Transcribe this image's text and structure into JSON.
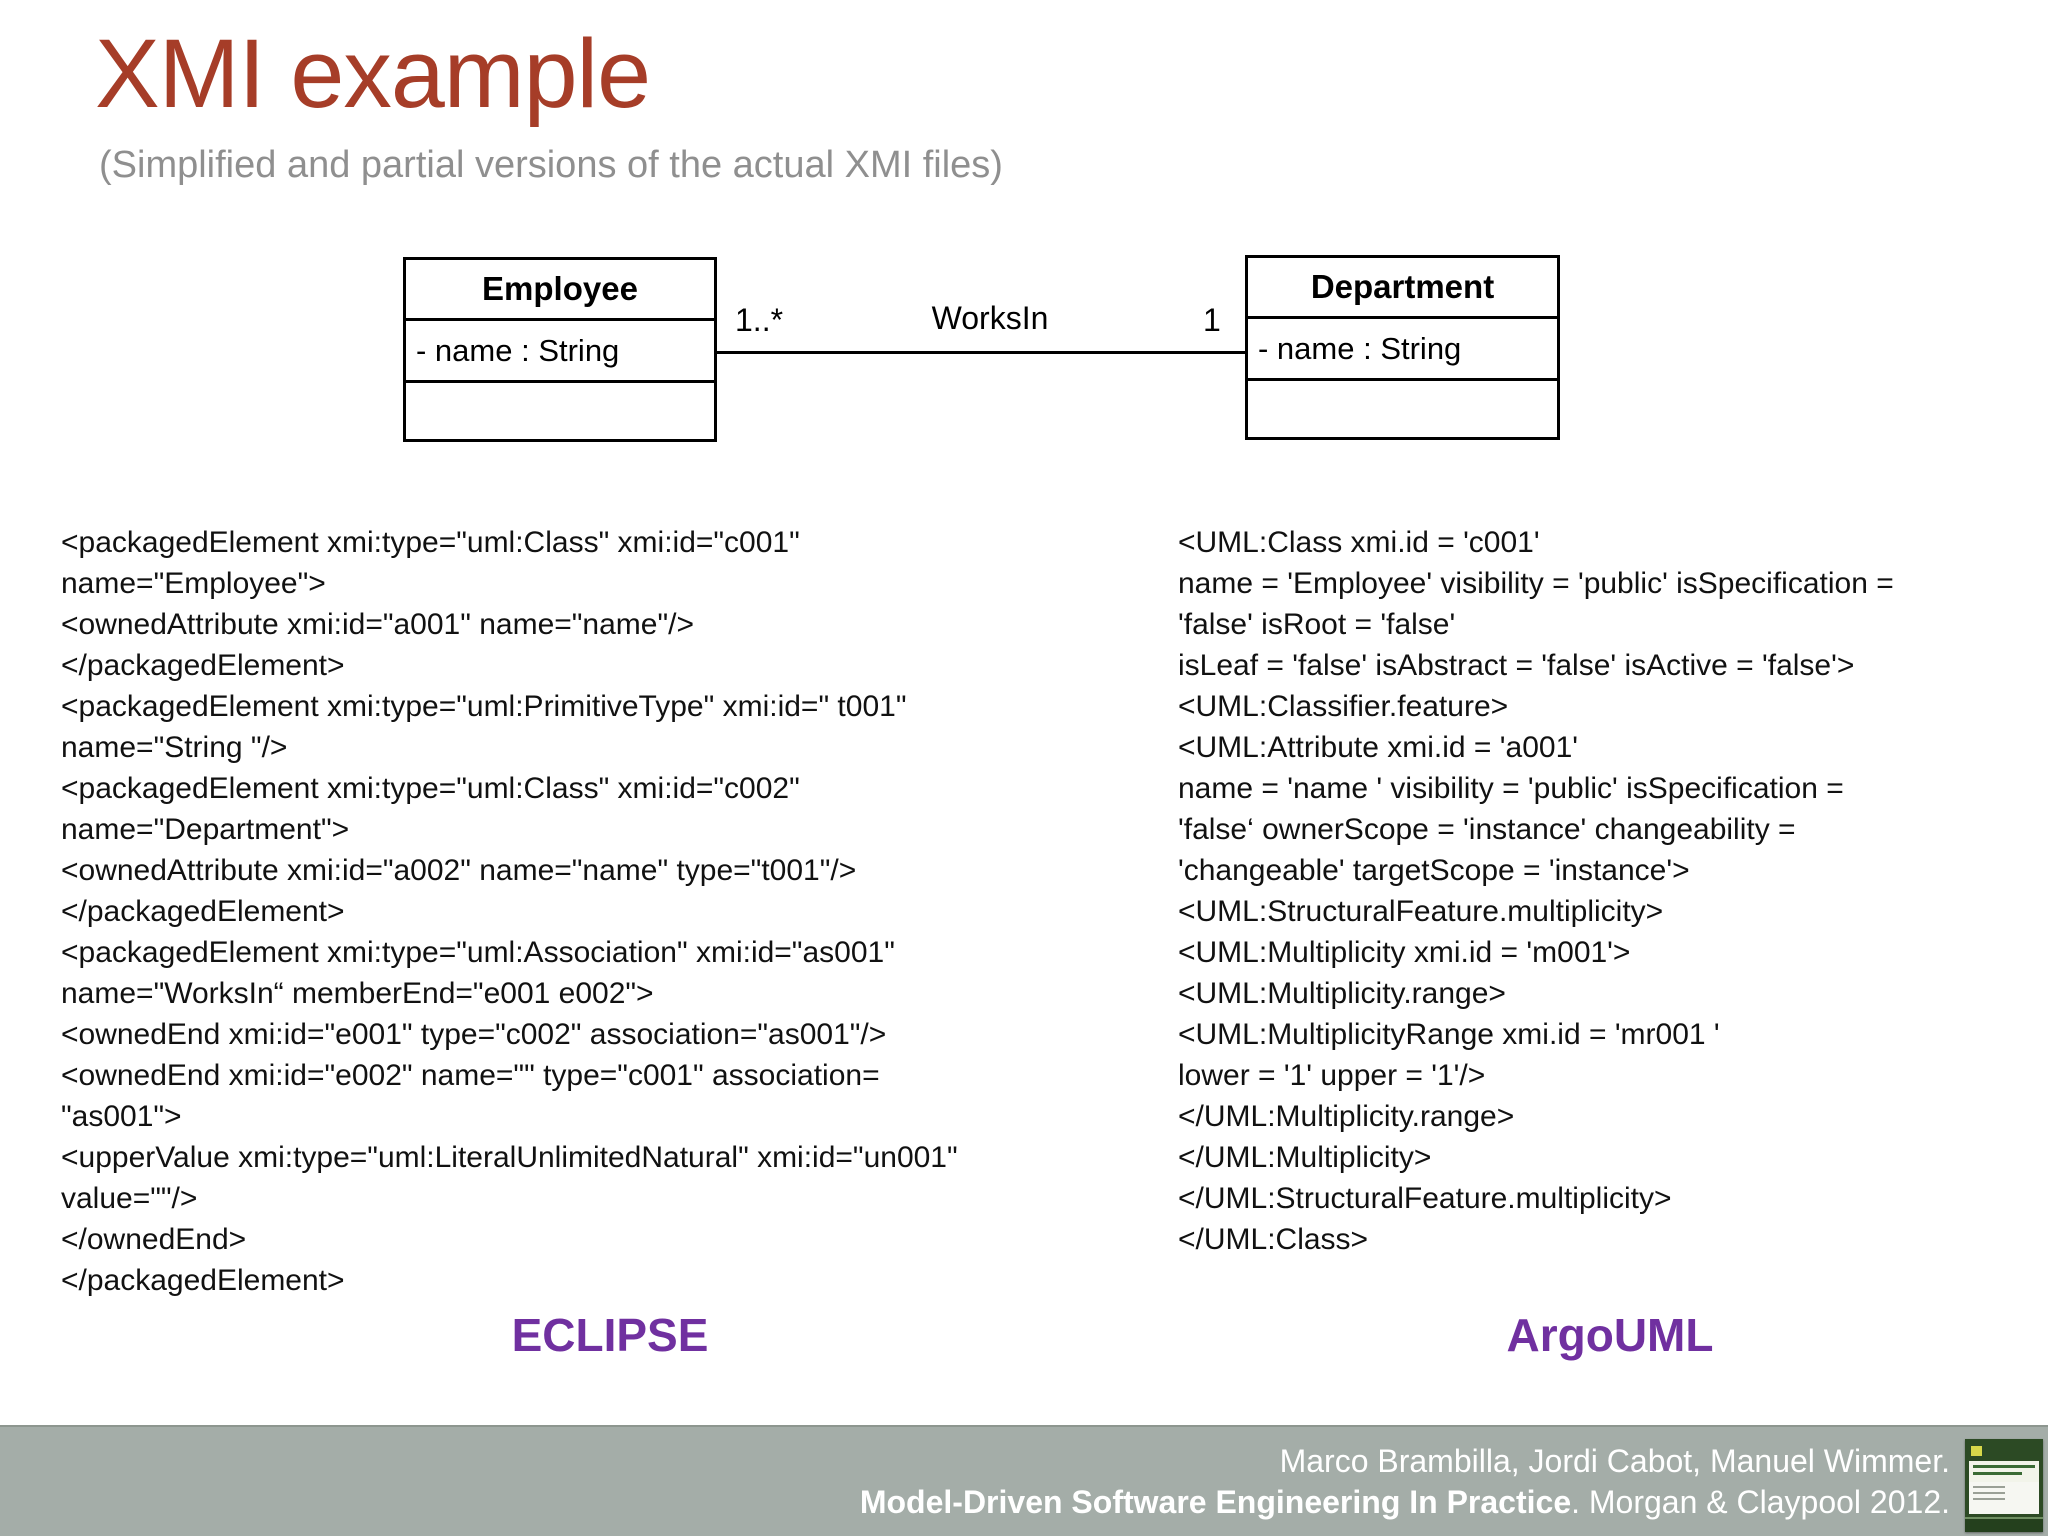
{
  "colors": {
    "title_red": "#a63d28",
    "subtitle_gray": "#8f8f8f",
    "tool_purple": "#7030a0",
    "footer_bar": "#a4ada8",
    "footer_text": "#ffffff",
    "code_black": "#111111"
  },
  "header": {
    "title": "XMI example",
    "subtitle": "(Simplified and partial versions of the actual XMI files)"
  },
  "diagram": {
    "employee": {
      "name": "Employee",
      "attribute": "- name : String"
    },
    "department": {
      "name": "Department",
      "attribute": "- name : String"
    },
    "association": {
      "name": "WorksIn",
      "left_multiplicity": "1..*",
      "right_multiplicity": "1"
    }
  },
  "eclipse": {
    "label": "ECLIPSE",
    "lines": [
      "<packagedElement xmi:type=\"uml:Class\" xmi:id=\"c001\"",
      "name=\"Employee\">",
      "<ownedAttribute xmi:id=\"a001\" name=\"name\"/>",
      "</packagedElement>",
      "<packagedElement xmi:type=\"uml:PrimitiveType\" xmi:id=\" t001\"",
      "name=\"String \"/>",
      "<packagedElement xmi:type=\"uml:Class\" xmi:id=\"c002\"",
      "name=\"Department\">",
      "<ownedAttribute xmi:id=\"a002\" name=\"name\" type=\"t001\"/>",
      "</packagedElement>",
      "<packagedElement xmi:type=\"uml:Association\" xmi:id=\"as001\"",
      "name=\"WorksIn“ memberEnd=\"e001 e002\">",
      "<ownedEnd xmi:id=\"e001\" type=\"c002\" association=\"as001\"/>",
      "<ownedEnd xmi:id=\"e002\" name=\"\" type=\"c001\" association=",
      "\"as001\">",
      "<upperValue xmi:type=\"uml:LiteralUnlimitedNatural\" xmi:id=\"un001\"",
      "value=\"\"/>",
      "</ownedEnd>",
      "</packagedElement>"
    ]
  },
  "argouml": {
    "label": "ArgoUML",
    "lines": [
      "<UML:Class xmi.id = 'c001'",
      "name = 'Employee' visibility = 'public' isSpecification =",
      "'false' isRoot = 'false'",
      "isLeaf = 'false' isAbstract = 'false' isActive = 'false'>",
      "<UML:Classifier.feature>",
      "<UML:Attribute xmi.id = 'a001'",
      "name = 'name ' visibility = 'public' isSpecification =",
      "'false‘ ownerScope = 'instance' changeability =",
      "'changeable' targetScope = 'instance'>",
      "<UML:StructuralFeature.multiplicity>",
      "<UML:Multiplicity xmi.id = 'm001'>",
      "<UML:Multiplicity.range>",
      "<UML:MultiplicityRange xmi.id = 'mr001 '",
      "lower = '1' upper = '1'/>",
      "</UML:Multiplicity.range>",
      "</UML:Multiplicity>",
      "</UML:StructuralFeature.multiplicity>",
      "</UML:Class>"
    ]
  },
  "footer": {
    "authors": "Marco Brambilla, Jordi Cabot, Manuel Wimmer.",
    "book_bold": "Model-Driven Software Engineering In Practice",
    "book_rest": ". Morgan & Claypool 2012."
  }
}
